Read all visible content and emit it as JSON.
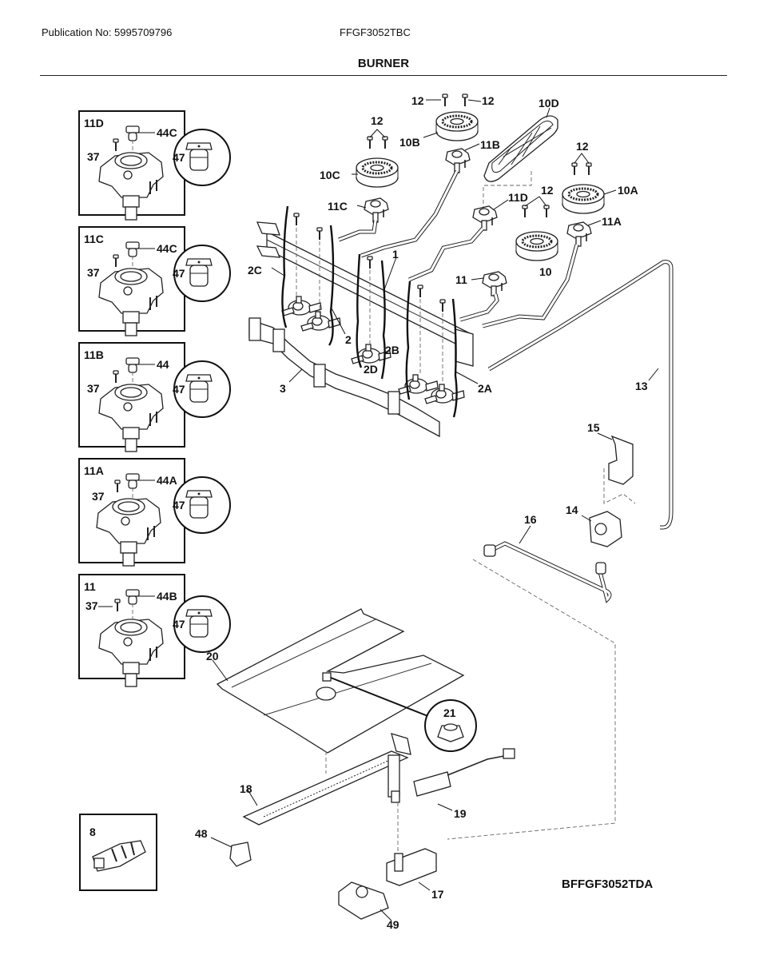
{
  "header": {
    "publication": "Publication No: 5995709796",
    "model": "FFGF3052TBC",
    "section_title": "BURNER"
  },
  "diagram_code": "BFFGF3052TDA",
  "insets": [
    {
      "id": "11D",
      "screw": "37",
      "cap": "44C",
      "detail": "47"
    },
    {
      "id": "11C",
      "screw": "37",
      "cap": "44C",
      "detail": "47"
    },
    {
      "id": "11B",
      "screw": "37",
      "cap": "44",
      "detail": "47"
    },
    {
      "id": "11A",
      "screw": "37",
      "cap": "44A",
      "detail": "47"
    },
    {
      "id": "11",
      "screw": "37",
      "cap": "44B",
      "detail": "47"
    }
  ],
  "callouts": {
    "p1": "1",
    "p2": "2",
    "p2A": "2A",
    "p2B": "2B",
    "p2C": "2C",
    "p2D": "2D",
    "p3": "3",
    "p8": "8",
    "p10": "10",
    "p10A": "10A",
    "p10B": "10B",
    "p10C": "10C",
    "p10D": "10D",
    "p11": "11",
    "p11A": "11A",
    "p11B": "11B",
    "p11C": "11C",
    "p11D": "11D",
    "p12": "12",
    "p13": "13",
    "p14": "14",
    "p15": "15",
    "p16": "16",
    "p17": "17",
    "p18": "18",
    "p19": "19",
    "p20": "20",
    "p21": "21",
    "p48": "48",
    "p49": "49"
  }
}
